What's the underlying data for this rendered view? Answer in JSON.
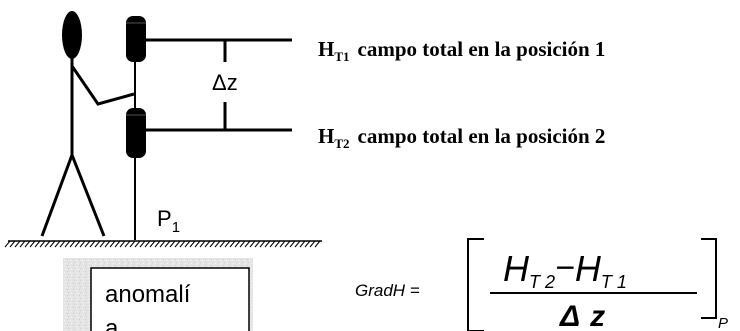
{
  "labels": {
    "ht1_main": "H",
    "ht1_sub": "T1",
    "ht1_text": "campo total en la posición 1",
    "ht2_main": "H",
    "ht2_sub": "T2",
    "ht2_text": "campo total en la posición 2",
    "delta_z": "Δz",
    "p1_main": "P",
    "p1_sub": "1",
    "anomaly_line1": "anomalí",
    "anomaly_line2": "a"
  },
  "formula": {
    "lhs": "GradH =",
    "num_h1": "H",
    "num_h1_sub": "T 2",
    "minus": "−",
    "num_h2": "H",
    "num_h2_sub": "T 1",
    "den_delta": "Δ",
    "den_z": "z",
    "bracket_sub": "P"
  },
  "icons": {
    "person": "stick-figure-icon",
    "sensor_top": "magnetometer-sensor-icon",
    "sensor_bottom": "magnetometer-sensor-icon",
    "ground": "ground-hatch-icon",
    "anomaly": "anomaly-body-icon"
  },
  "colors": {
    "ink": "#000000",
    "anomaly_fill": "#e2e2e2"
  }
}
